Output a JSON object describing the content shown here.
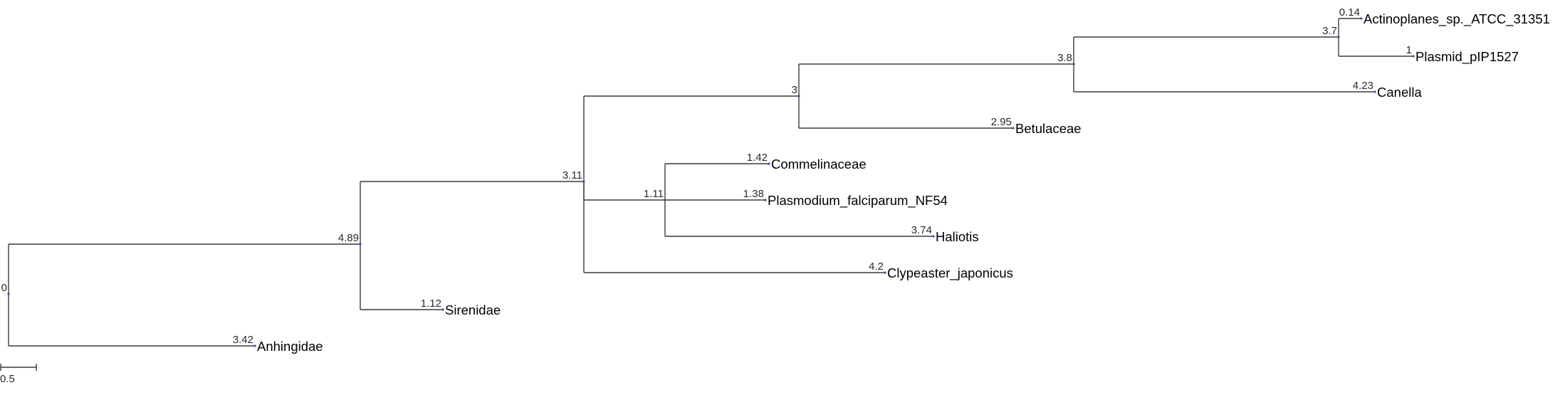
{
  "tree": {
    "root": {
      "id": "root",
      "length_label": "0",
      "children": [
        {
          "id": "n489",
          "length_label": "4.89",
          "children": [
            {
              "id": "n311",
              "length_label": "3.11",
              "children": [
                {
                  "id": "n3",
                  "length_label": "3",
                  "children": [
                    {
                      "id": "n38",
                      "length_label": "3.8",
                      "children": [
                        {
                          "id": "n37",
                          "length_label": "3.7",
                          "children": [
                            {
                              "id": "t_actinoplanes",
                              "name": "Actinoplanes_sp._ATCC_31351",
                              "length_label": "0.14"
                            },
                            {
                              "id": "t_plasmid",
                              "name": "Plasmid_pIP1527",
                              "length_label": "1"
                            }
                          ]
                        },
                        {
                          "id": "t_canella",
                          "name": "Canella",
                          "length_label": "4.23"
                        }
                      ]
                    },
                    {
                      "id": "t_betulaceae",
                      "name": "Betulaceae",
                      "length_label": "2.95"
                    }
                  ]
                },
                {
                  "id": "n111",
                  "length_label": "1.11",
                  "children": [
                    {
                      "id": "t_commelinaceae",
                      "name": "Commelinaceae",
                      "length_label": "1.42"
                    },
                    {
                      "id": "t_plasmodium",
                      "name": "Plasmodium_falciparum_NF54",
                      "length_label": "1.38"
                    },
                    {
                      "id": "t_haliotis",
                      "name": "Haliotis",
                      "length_label": "3.74"
                    }
                  ]
                },
                {
                  "id": "t_clypeaster",
                  "name": "Clypeaster_japonicus",
                  "length_label": "4.2"
                }
              ]
            },
            {
              "id": "t_sirenidae",
              "name": "Sirenidae",
              "length_label": "1.12"
            }
          ]
        },
        {
          "id": "t_anhingidae",
          "name": "Anhingidae",
          "length_label": "3.42"
        }
      ]
    }
  },
  "scale_bar": {
    "value": 0.5,
    "label": "0.5"
  },
  "colors": {
    "branch": "#3a3a3a",
    "node": "#3b4fa8",
    "text": "#000000"
  }
}
